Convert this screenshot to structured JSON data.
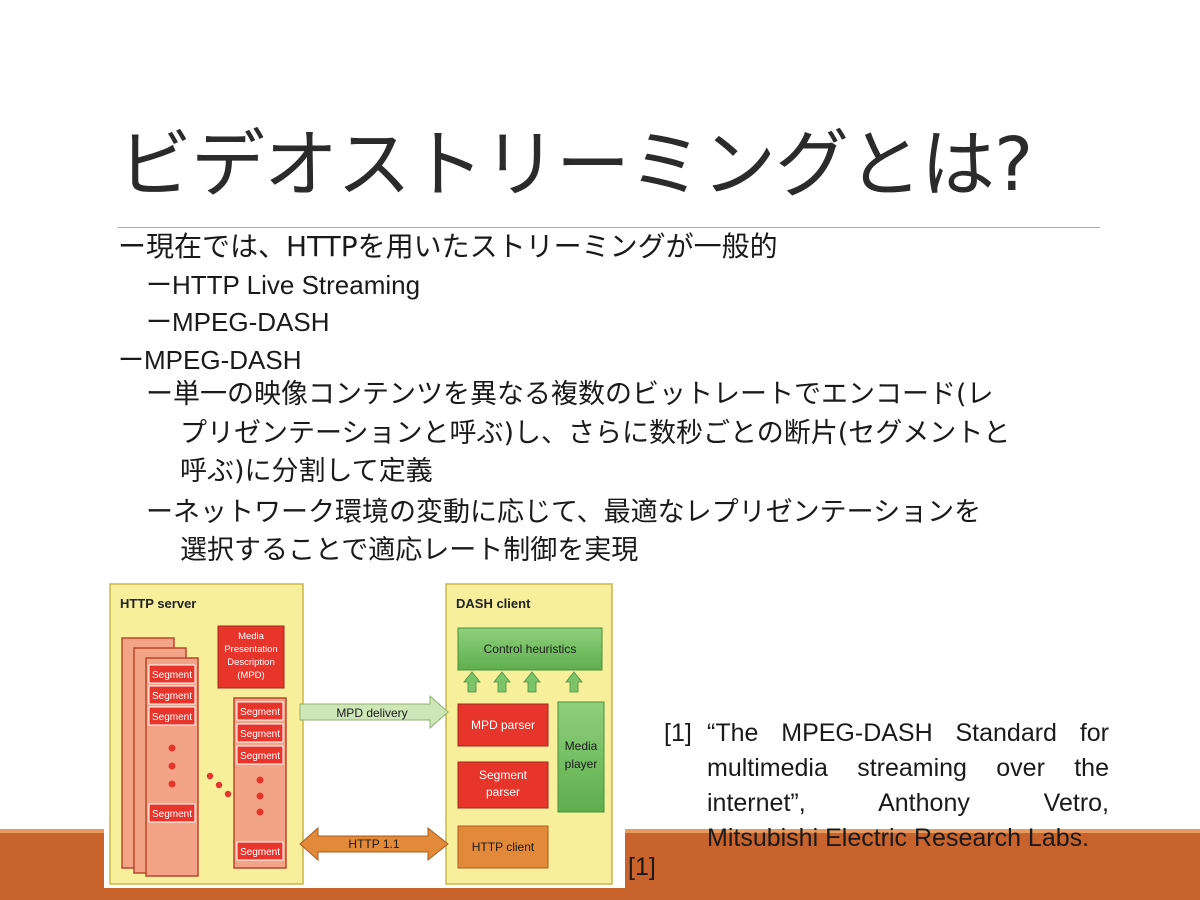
{
  "slide": {
    "title": "ビデオストリーミングとは?",
    "bullets": [
      {
        "level": 1,
        "dash": "ー",
        "lines": [
          "現在では、HTTPを用いたストリーミングが一般的"
        ]
      },
      {
        "level": 2,
        "dash": "ー",
        "lines": [
          "HTTP Live Streaming"
        ]
      },
      {
        "level": 2,
        "dash": "ー",
        "lines": [
          "MPEG-DASH"
        ]
      },
      {
        "level": 1,
        "dash": "ー",
        "lines": [
          "MPEG-DASH"
        ]
      },
      {
        "level": 2,
        "dash": "ー",
        "lines": [
          "単一の映像コンテンツを異なる複数のビットレートでエンコード(レ",
          "プリゼンテーションと呼ぶ)し、さらに数秒ごとの断片(セグメントと",
          "呼ぶ)に分割して定義"
        ]
      },
      {
        "level": 2,
        "dash": "ー",
        "lines": [
          "ネットワーク環境の変動に応じて、最適なレプリゼンテーションを",
          "選択することで適応レート制御を実現"
        ]
      }
    ],
    "diagram_citation": "[1]",
    "reference": {
      "number": "[1]",
      "lines": [
        "“The MPEG-DASH Standard for",
        "multimedia streaming over the",
        "internet”, Anthony Vetro,",
        "Mitsubishi Electric Research Labs."
      ]
    }
  },
  "diagram": {
    "server": {
      "title": "HTTP server",
      "mpd_box": [
        "Media",
        "Presentation",
        "Description",
        "(MPD)"
      ],
      "segment_label": "Segment"
    },
    "client": {
      "title": "DASH client",
      "control": "Control heuristics",
      "mpd_parser": "MPD parser",
      "segment_parser": [
        "Segment",
        "parser"
      ],
      "media_player": [
        "Media",
        "player"
      ],
      "http_client": "HTTP client"
    },
    "arrows": {
      "mpd_delivery": "MPD delivery",
      "http": "HTTP 1.1"
    },
    "colors": {
      "panel": "#f7ef9c",
      "segment_fill": "#e8352c",
      "segment_group": "#f4a486",
      "green": "#7cc46a",
      "green_dark": "#4b8f3c",
      "http_arrow": "#e28a3a",
      "mpd_arrow": "#cfe6b8"
    }
  },
  "theme": {
    "accent_bar": "#c9632e"
  }
}
